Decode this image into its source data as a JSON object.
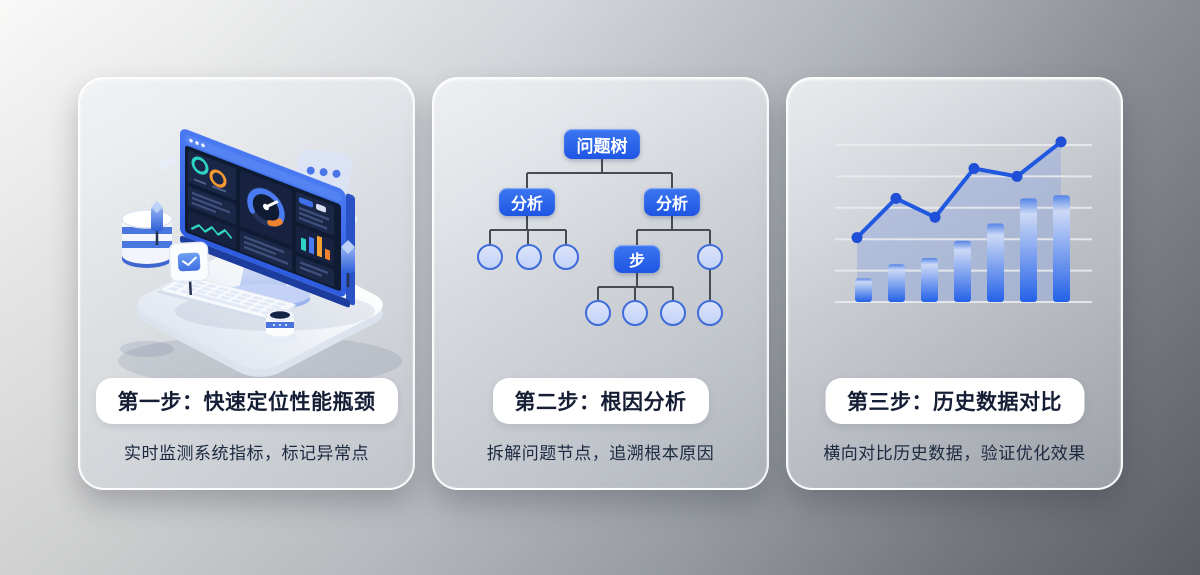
{
  "cards": [
    {
      "step_title": "第一步：快速定位性能瓶颈",
      "subtitle": "实时监测系统指标，标记异常点",
      "illustration": "isometric-monitoring-dashboard"
    },
    {
      "step_title": "第二步：根因分析",
      "subtitle": "拆解问题节点，追溯根本原因",
      "tree": {
        "root_label": "问题树",
        "left_branch_label": "分析",
        "right_branch_label": "分析",
        "step_label": "步",
        "left_leaf_count": 3,
        "step_leaf_count": 3,
        "right_chain_leaf_count": 2
      }
    },
    {
      "step_title": "第三步：历史数据对比",
      "subtitle": "横向对比历史数据，验证优化效果"
    }
  ],
  "chart_data": {
    "type": "bar+line",
    "title": "",
    "xlabel": "",
    "ylabel": "",
    "axis_tick_labels": "none",
    "legend": "none",
    "gridlines": 6,
    "ylim": [
      0,
      110
    ],
    "bar_values": [
      15,
      24,
      28,
      39,
      50,
      66,
      68
    ],
    "line_values": [
      41,
      66,
      54,
      85,
      80,
      102
    ],
    "bar_gradient": [
      "#5585e6",
      "#ccd9f6",
      "#2361e8"
    ],
    "line_color": "#2158e0",
    "marker_color": "#1e4fd6",
    "area_fill": "#93aadf",
    "gridline_color": "#e9ebee"
  },
  "colors": {
    "node_blue": "#1f5ce6",
    "circle_fill": "#ccd8f7",
    "circle_border": "#3e6cd9",
    "connector": "#474b52",
    "pill_bg": "#ffffff",
    "title_text": "#151e35"
  }
}
